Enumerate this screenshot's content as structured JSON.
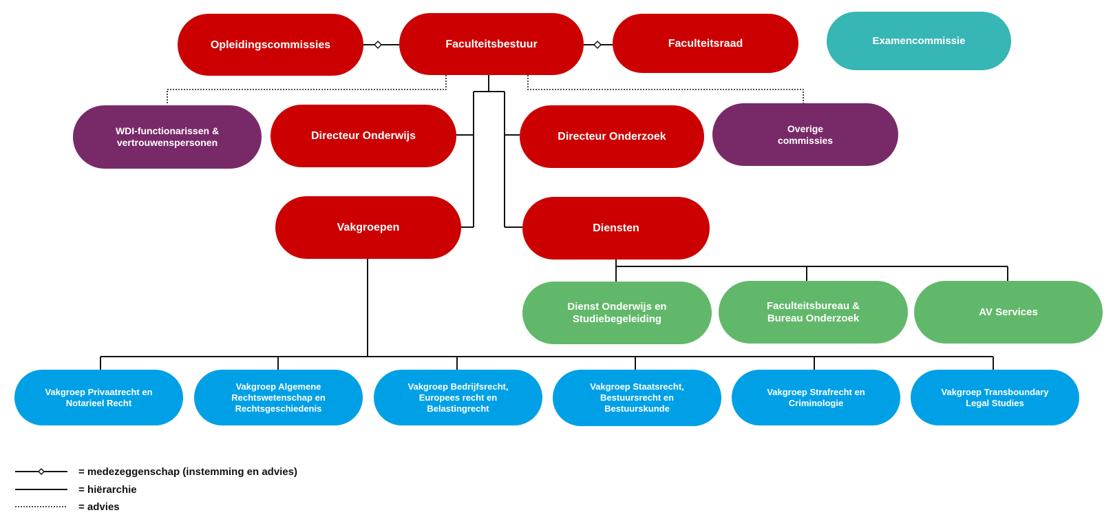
{
  "colors": {
    "governance": "#cc0000",
    "exam": "#36b6b5",
    "support_functions": "#782a68",
    "services": "#62b86a",
    "departments": "#00a0e6",
    "lines": "#111111"
  },
  "nodes": {
    "opleidingscommissies": "Opleidingscommissies",
    "faculteitsbestuur": "Faculteitsbestuur",
    "faculteitsraad": "Faculteitsraad",
    "examencommissie": "Examencommissie",
    "wdi": "WDI-functionarissen &\nvertrouwenspersonen",
    "directeur_onderwijs": "Directeur Onderwijs",
    "directeur_onderzoek": "Directeur Onderzoek",
    "overige_commissies": "Overige\ncommissies",
    "vakgroepen": "Vakgroepen",
    "diensten": "Diensten",
    "dienst_onderwijs": "Dienst Onderwijs en\nStudiebegeleiding",
    "faculteitsbureau": "Faculteitsbureau &\nBureau Onderzoek",
    "av_services": "AV Services",
    "vg_privaatrecht": "Vakgroep Privaatrecht en\nNotarieel Recht",
    "vg_algemene": "Vakgroep Algemene\nRechtswetenschap en\nRechtsgeschiedenis",
    "vg_bedrijfsrecht": "Vakgroep Bedrijfsrecht,\nEuropees recht en\nBelastingrecht",
    "vg_staatsrecht": "Vakgroep Staatsrecht,\nBestuursrecht en\nBestuurskunde",
    "vg_strafrecht": "Vakgroep Strafrecht en\nCriminologie",
    "vg_transboundary": "Vakgroep Transboundary\nLegal Studies"
  },
  "legend": {
    "medezeggenschap": "= medezeggenschap (instemming en advies)",
    "hierarchie": "= hiërarchie",
    "advies": "= advies"
  }
}
